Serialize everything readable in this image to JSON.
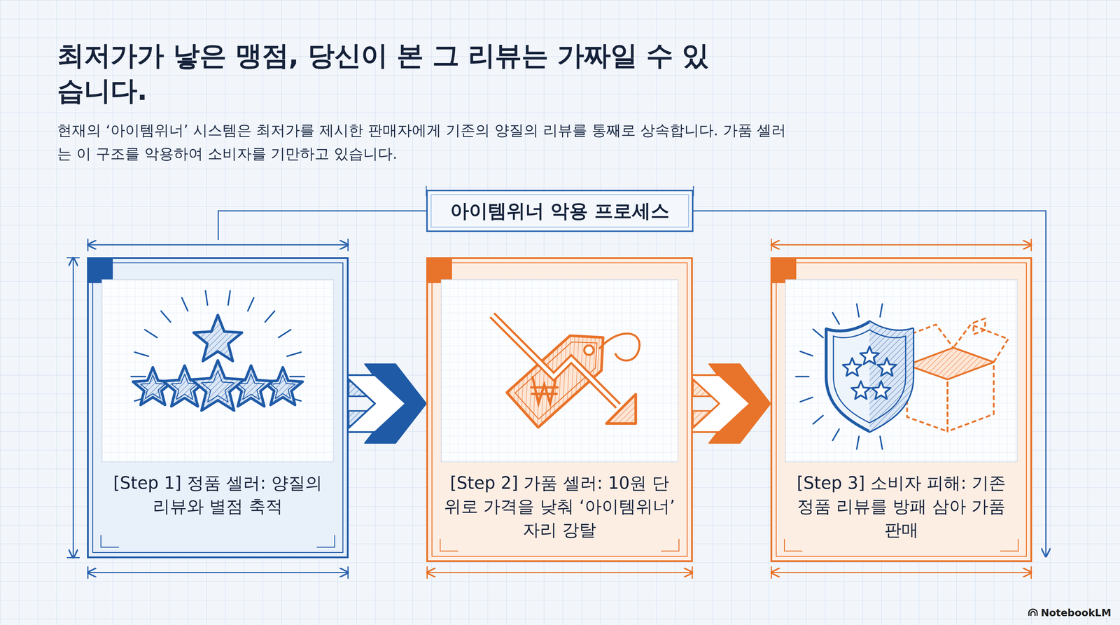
{
  "diagram": {
    "title": "최저가가 낳은 맹점, 당신이 본 그 리뷰는 가짜일 수 있습니다.",
    "caption": "현재의 ‘아이템위너’ 시스템은 최저가를 제시한 판매자에게 기존의 양질의 리뷰를 통째로 상속합니다. 가품 셀러는 이 구조를 악용하여 소비자를 기만하고 있습니다.",
    "nodes": [
      {
        "text": [
          "아이템위너 악용 프로세스"
        ]
      },
      {
        "text": [
          "[Step 1] 정품 셀러: 양질의 리뷰와 별점 축적"
        ]
      },
      {
        "text": [
          "[Step 2] 가품 셀러: 10원 단위로 가격을 낮춰 ‘아이템위너’ 자리 강탈"
        ]
      },
      {
        "text": [
          "[Step 3] 소비자 피해: 기존 정품 리뷰를 방패 삼아 가품 판매"
        ]
      }
    ],
    "edges": [
      {
        "from": 1,
        "to": 2,
        "arrow": "to"
      },
      {
        "from": 2,
        "to": 3,
        "arrow": "to"
      }
    ],
    "labels": [
      "NotebookLM"
    ]
  }
}
